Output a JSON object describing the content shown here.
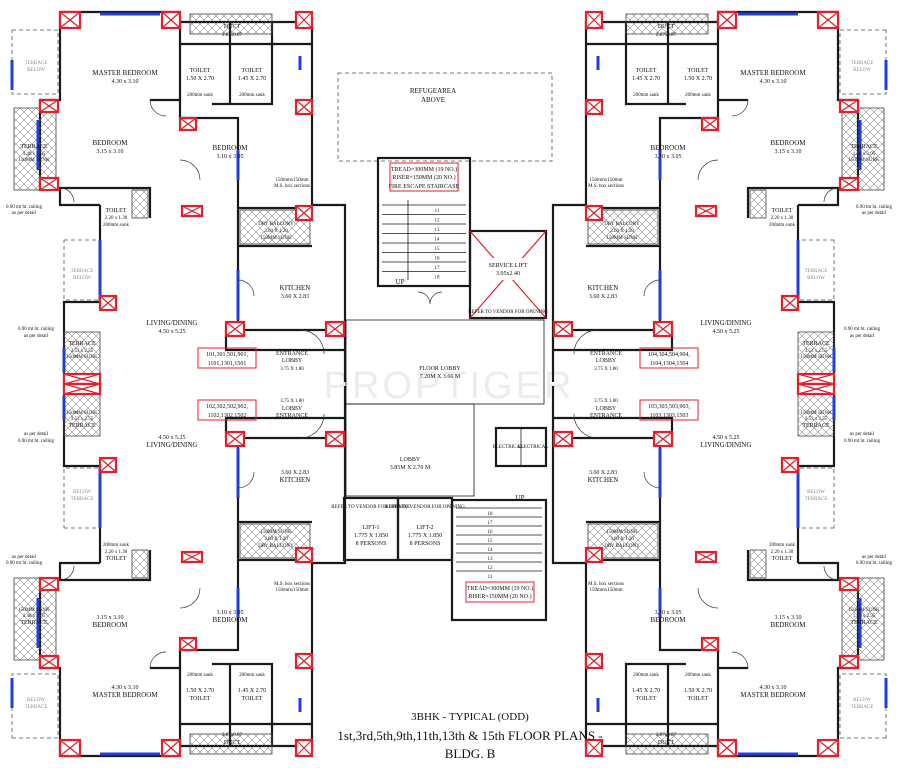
{
  "title": {
    "line1": "3BHK - TYPICAL (ODD)",
    "line2": "1st,3rd,5th,9th,11th,13th & 15th FLOOR PLANS -",
    "line3": "BLDG. B"
  },
  "watermark": "PROPTIGER",
  "colors": {
    "column": "#e0202a",
    "window": "#1f3fd8",
    "wall": "#1a1a1a"
  },
  "unit_numbers": {
    "top_left": [
      "101,301,501,901,",
      "1101,1301,1501"
    ],
    "top_right": [
      "104,304,504,904,",
      "1104,1304,1504"
    ],
    "bottom_left": [
      "102,302,502,902,",
      "1102,1302,1502"
    ],
    "bottom_right": [
      "103,303,503,903,",
      "1103,1303,1503"
    ]
  },
  "rooms": {
    "master_bedroom": "MASTER BEDROOM",
    "master_bedroom_size": "4.30 x 3.10",
    "bedroom": "BEDROOM",
    "bedroom_a_size": "3.15 x 3.10",
    "bedroom_b_size": "3.10 x 3.05",
    "toilet": "TOILET",
    "toilet_a_size": "1.50 X 2.70",
    "toilet_b_size": "1.45 X 2.70",
    "toilet_c_size": "2.20 x 1.30",
    "sunk_200": "200mm sank",
    "sunk_200_mm": "200mm sunk",
    "duct": "DUCT",
    "duct_size_top": "2.87x0.87",
    "duct_size_bottom": "2.87 x 0.87",
    "duct_small": "DUCT",
    "duct_small_size": "0.89 x 1.30",
    "terrace": "TERRACE",
    "terrace_a_size": "1.48 x 2.95",
    "terrace_b_size": "3.53 x 2.55",
    "terrace_c_size": "1.53 x 2.55",
    "sunk_150": "150MM SUNK",
    "terrace_below": [
      "TERRACE",
      "BELOW"
    ],
    "dry_balcony": "DRY BALCONY",
    "dry_balcony_size": "3.60 X 1.20",
    "kitchen": "KITCHEN",
    "kitchen_size": "3.60 X 2.83",
    "living": "LIVING/DINING",
    "living_size": "4.50 x 5.25",
    "entrance_lobby": [
      "ENTRANCE",
      "LOBBY"
    ],
    "entrance_lobby_size": "3.75 X 1.80",
    "railing": [
      "0.90 mt ht. railing",
      "as per detail"
    ],
    "ms_box": [
      "150mmx150mm",
      "M.S. box sections"
    ]
  },
  "core": {
    "refuge": [
      "REFUGEAREA",
      "ABOVE"
    ],
    "stair_tread": "TREAD=300MM (19 NO.)",
    "stair_riser": "RISER=150MM (20 NO.)",
    "fire_escape": "FIRE ESCAPE STAIRCASE",
    "service_lift": "SERVICE LIFT",
    "service_lift_size": "3.05x2.40",
    "floor_lobby": "FLOOR LOBBY",
    "floor_lobby_size": "7.20M X 3.66 M",
    "lobby": "LOBBY",
    "lobby_size": "3.85M X 2.70 M",
    "lift1": "LIFT-1",
    "lift2": "LIFT-2",
    "lift_size": "1.775 X 1.850",
    "lift_persons": "8 PERSONS",
    "up": "UP",
    "electrical": "ELECTRICAL",
    "vendor_note": "REFER TO VENDOR FOR OPENING",
    "stair_numbers": [
      "18",
      "17",
      "16",
      "15",
      "14",
      "13",
      "12",
      "11"
    ]
  }
}
